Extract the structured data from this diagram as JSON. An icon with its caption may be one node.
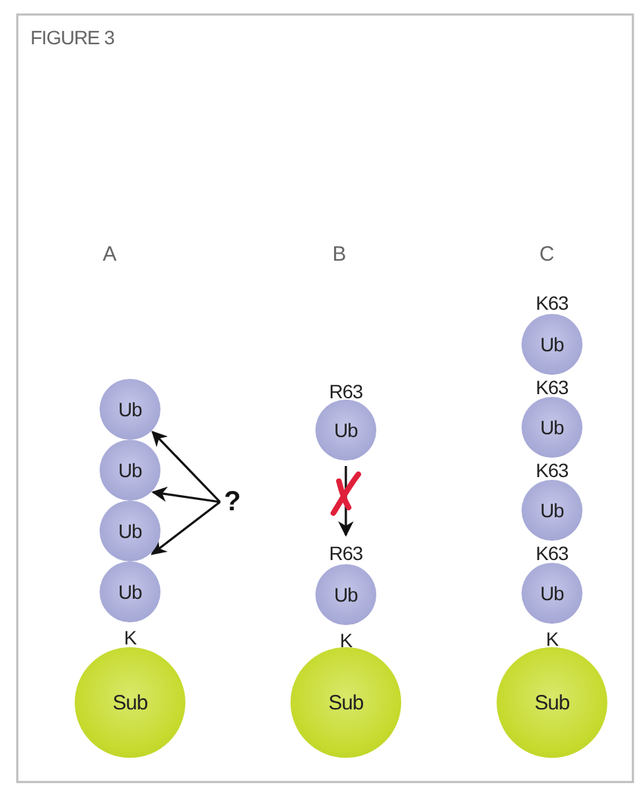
{
  "diagram": {
    "title": "FIGURE 3",
    "nodes": [
      {
        "text": [
          "Ub"
        ]
      },
      {
        "text": [
          "Ub"
        ]
      },
      {
        "text": [
          "Ub"
        ]
      },
      {
        "text": [
          "Ub"
        ],
        "beside": [
          "K"
        ]
      },
      {
        "text": [
          "?"
        ]
      },
      {
        "text": [
          "Sub"
        ]
      },
      {
        "text": [
          "Ub"
        ],
        "beside": [
          "R63"
        ]
      },
      {
        "text": [
          "Ub"
        ],
        "beside": [
          "R63",
          "K"
        ]
      },
      {
        "text": [
          "Sub"
        ]
      },
      {
        "text": [
          "Ub"
        ],
        "beside": [
          "K63"
        ]
      },
      {
        "text": [
          "Ub"
        ],
        "beside": [
          "K63"
        ]
      },
      {
        "text": [
          "Ub"
        ],
        "beside": [
          "K63"
        ]
      },
      {
        "text": [
          "Ub"
        ],
        "beside": [
          "K63",
          "K"
        ]
      },
      {
        "text": [
          "Sub"
        ]
      }
    ],
    "edges": [
      {
        "from": 4,
        "to": 0,
        "arrow": "to"
      },
      {
        "from": 4,
        "to": 1,
        "arrow": "to"
      },
      {
        "from": 4,
        "to": 2,
        "arrow": "to"
      },
      {
        "from": 6,
        "to": 7,
        "arrow": "to"
      }
    ],
    "labels": [
      "A",
      "B",
      "C"
    ]
  }
}
